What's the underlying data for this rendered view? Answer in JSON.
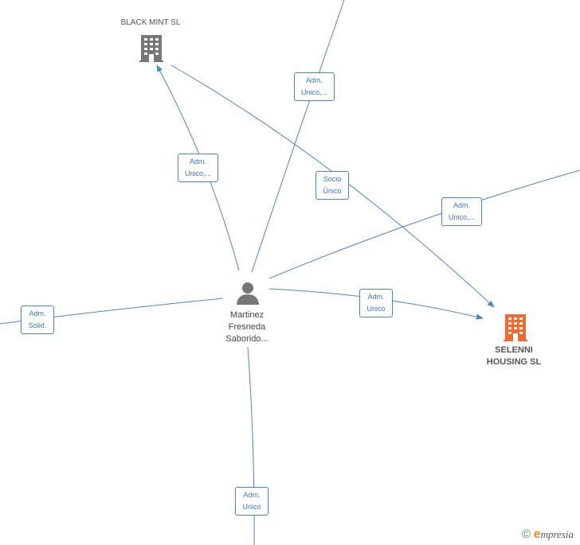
{
  "nodes": {
    "black_mint": {
      "label": "BLACK MINT  SL",
      "type": "company",
      "color": "#777777"
    },
    "selenni": {
      "label_line1": "SELENNI",
      "label_line2": "HOUSING  SL",
      "type": "company",
      "color": "#f26a2e"
    },
    "person": {
      "label_line1": "Martinez",
      "label_line2": "Fresneda",
      "label_line3": "Saborido...",
      "type": "person",
      "color": "#777777"
    }
  },
  "edges": {
    "e1": {
      "line1": "Adm.",
      "line2": "Unico,..."
    },
    "e2": {
      "line1": "Adm.",
      "line2": "Unico,..."
    },
    "e3": {
      "line1": "Socio",
      "line2": "Único"
    },
    "e4": {
      "line1": "Adm.",
      "line2": "Unico,..."
    },
    "e5": {
      "line1": "Adm.",
      "line2": "Unico"
    },
    "e6": {
      "line1": "Adm.",
      "line2": "Solid."
    },
    "e7": {
      "line1": "Adm.",
      "line2": "Unico"
    }
  },
  "colors": {
    "edge": "#4a86c8",
    "label_text": "#3c78c0"
  },
  "footer": {
    "copyright": "©",
    "brand_first": "e",
    "brand_rest": "mpresia"
  }
}
